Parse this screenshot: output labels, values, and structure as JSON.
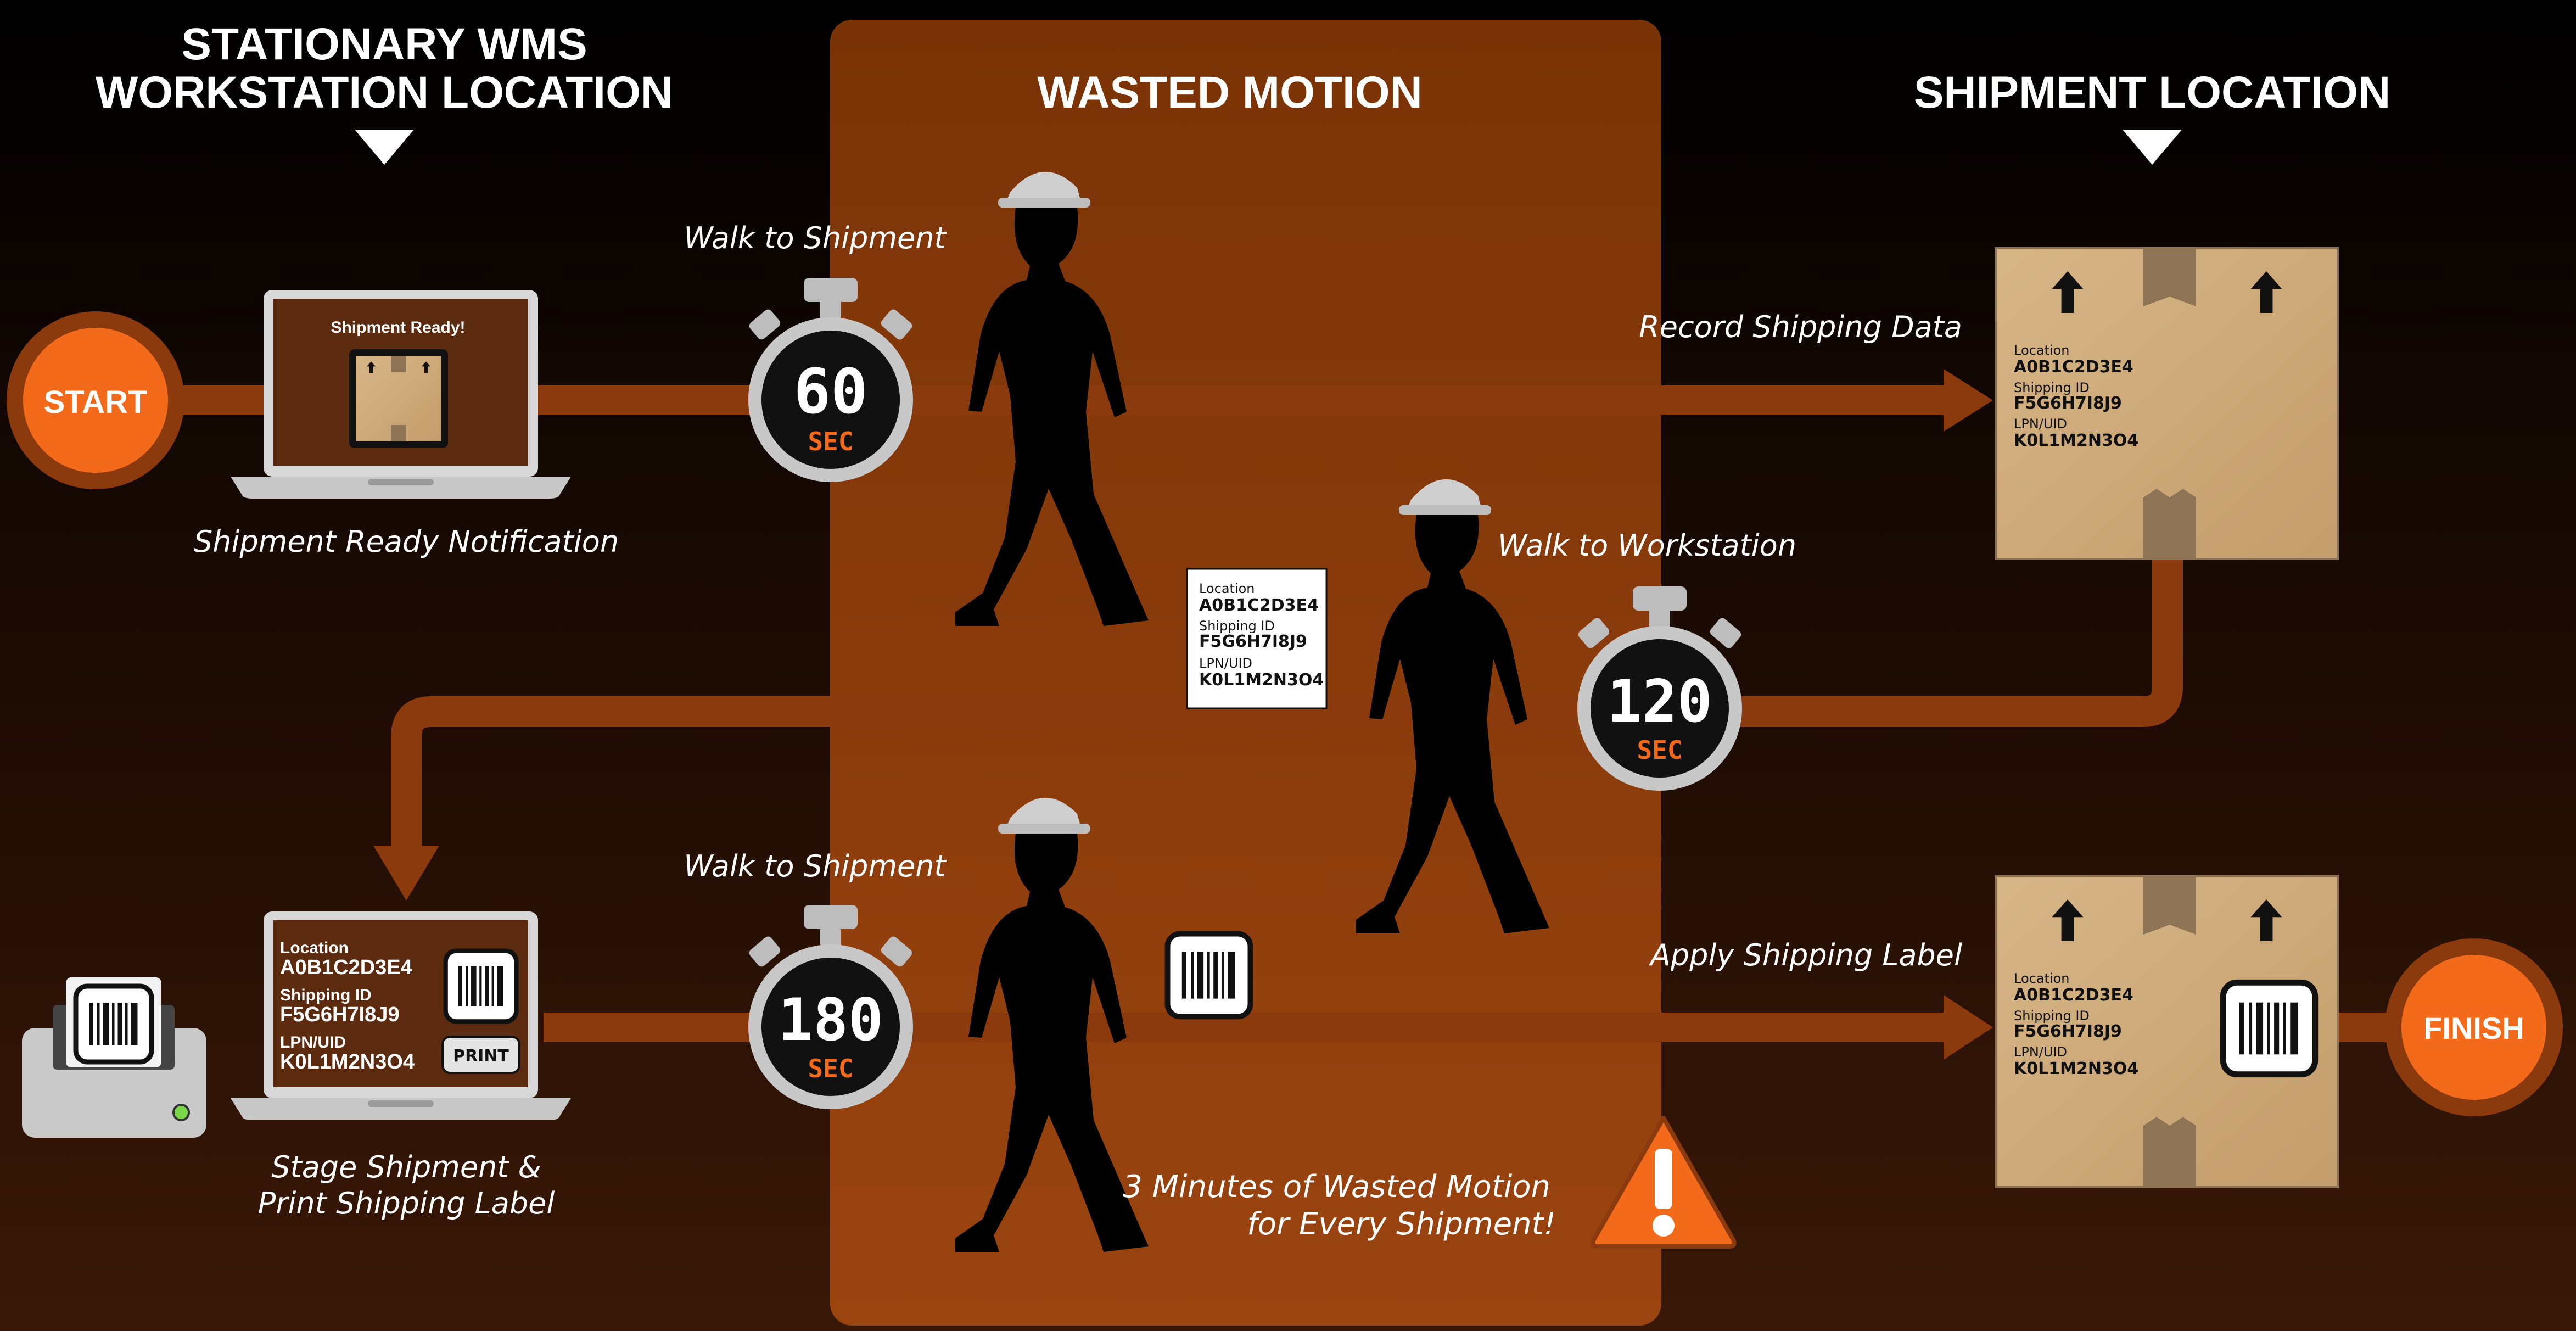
{
  "headers": {
    "workstation_line1": "STATIONARY WMS",
    "workstation_line2": "WORKSTATION LOCATION",
    "wasted_motion": "WASTED MOTION",
    "shipment_location": "SHIPMENT LOCATION"
  },
  "badges": {
    "start": "START",
    "finish": "FINISH"
  },
  "captions": {
    "walk_to_shipment_1": "Walk to Shipment",
    "walk_to_shipment_2": "Walk to Shipment",
    "walk_to_workstation": "Walk to Workstation",
    "record_shipping_data": "Record Shipping Data",
    "apply_shipping_label": "Apply Shipping Label",
    "shipment_ready_notification": "Shipment Ready Notification",
    "stage_line1": "Stage Shipment &",
    "stage_line2": "Print Shipping Label",
    "warning_line1": "3 Minutes of Wasted Motion",
    "warning_line2": "for Every Shipment!"
  },
  "laptop_top": {
    "screen_title": "Shipment Ready!"
  },
  "laptop_bottom": {
    "print_button": "PRINT"
  },
  "label_fields": {
    "location_label": "Location",
    "location_value": "A0B1C2D3E4",
    "shipping_id_label": "Shipping ID",
    "shipping_id_value": "F5G6H7I8J9",
    "lpn_label": "LPN/UID",
    "lpn_value": "K0L1M2N3O4"
  },
  "timers": [
    {
      "name": "walk-to-shipment-1",
      "value": "60",
      "unit": "SEC"
    },
    {
      "name": "walk-to-workstation",
      "value": "120",
      "unit": "SEC"
    },
    {
      "name": "walk-to-shipment-2",
      "value": "180",
      "unit": "SEC"
    }
  ],
  "colors": {
    "accent_orange": "#f46a1b",
    "flow_arrow": "#8b3a0d",
    "wasted_zone": "#8a3a08",
    "box": "#c9a577",
    "background_top": "#000000",
    "background_bottom": "#3a1807"
  }
}
